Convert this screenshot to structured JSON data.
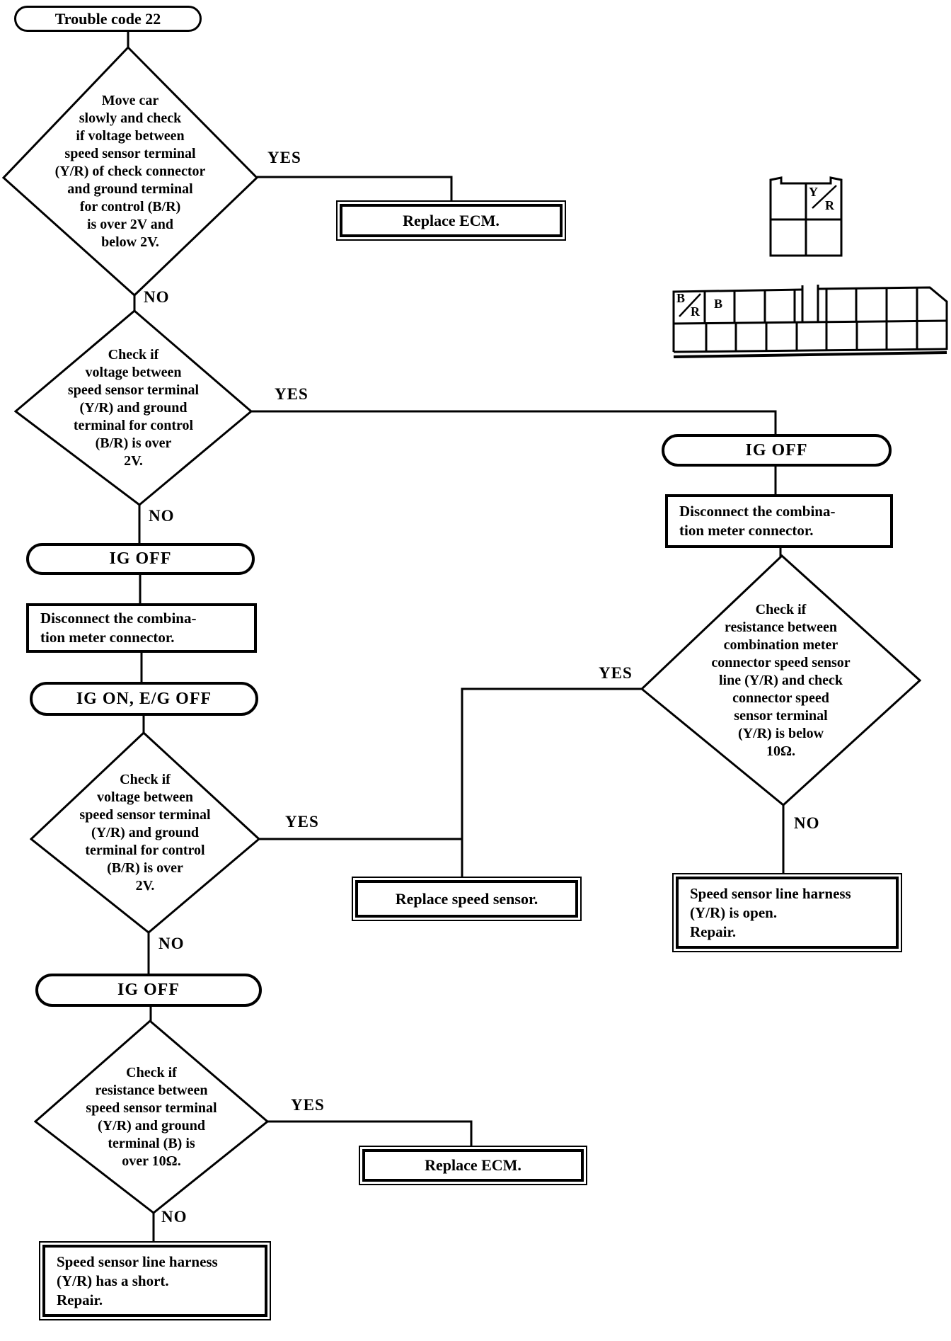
{
  "title": "Trouble code 22",
  "edge_labels": {
    "yes": "YES",
    "no": "NO"
  },
  "nodes": {
    "d1": {
      "text": "Move car\nslowly and check\nif voltage between\nspeed sensor terminal\n(Y/R) of check connector\nand ground terminal\nfor control (B/R)\nis over 2V and\nbelow 2V."
    },
    "replace_ecm_top": {
      "text": "Replace ECM."
    },
    "d2": {
      "text": "Check if\nvoltage between\nspeed sensor terminal\n(Y/R) and ground\nterminal for control\n(B/R) is over\n2V."
    },
    "ig_off_right": {
      "text": "IG OFF"
    },
    "disconnect_right": {
      "text": "Disconnect the combina-\ntion meter connector."
    },
    "d_right": {
      "text": "Check if\nresistance between\ncombination meter\nconnector speed sensor\nline (Y/R) and check\nconnector speed\nsensor terminal\n(Y/R) is below\n10Ω."
    },
    "ig_off_left": {
      "text": "IG OFF"
    },
    "disconnect_left": {
      "text": "Disconnect the combina-\ntion meter connector."
    },
    "ig_on": {
      "text": "IG ON, E/G OFF"
    },
    "d3": {
      "text": "Check if\nvoltage between\nspeed sensor terminal\n(Y/R) and ground\nterminal for control\n(B/R) is over\n2V."
    },
    "replace_speed_sensor": {
      "text": "Replace speed sensor."
    },
    "harness_open": {
      "text": "Speed sensor line harness\n(Y/R) is open.\nRepair."
    },
    "ig_off_bottom": {
      "text": "IG OFF"
    },
    "d4": {
      "text": "Check if\nresistance between\nspeed sensor terminal\n(Y/R) and ground\nterminal (B) is\nover 10Ω."
    },
    "replace_ecm_bottom": {
      "text": "Replace ECM."
    },
    "harness_short": {
      "text": "Speed sensor line harness\n(Y/R) has a short.\nRepair."
    }
  },
  "connectors": {
    "check_pin_top": "Y",
    "check_pin_bottom": "R",
    "meter_pin1_top": "B",
    "meter_pin1_bottom": "R",
    "meter_pin2": "B"
  }
}
